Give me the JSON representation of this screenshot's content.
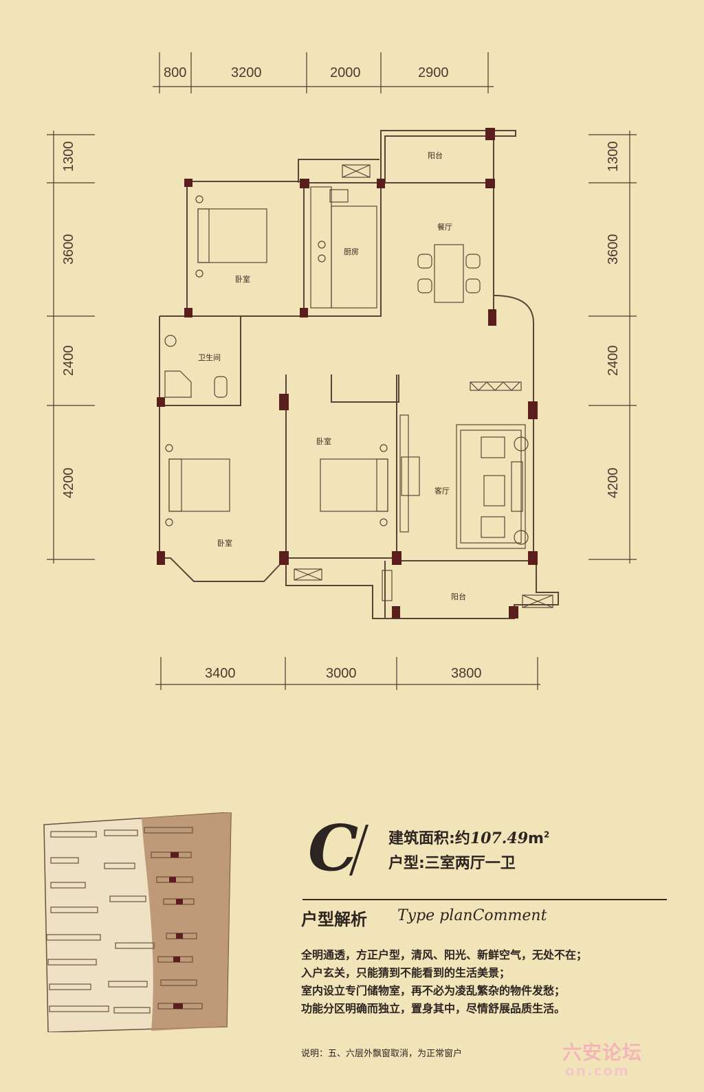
{
  "dimensions": {
    "top": [
      "800",
      "3200",
      "2000",
      "2900"
    ],
    "bottom": [
      "3400",
      "3000",
      "3800"
    ],
    "left": [
      "1300",
      "3600",
      "2400",
      "4200"
    ],
    "right": [
      "1300",
      "3600",
      "2400",
      "4200"
    ]
  },
  "rooms": {
    "balcony_top": "阳台",
    "dining": "餐厅",
    "kitchen": "厨房",
    "bedroom_top": "卧室",
    "bathroom": "卫生间",
    "bedroom_mid": "卧室",
    "living": "客厅",
    "bedroom_bottom": "卧室",
    "balcony_bottom": "阳台"
  },
  "info": {
    "type_letter": "C",
    "area_label": "建筑面积:约",
    "area_value": "107.49",
    "area_unit": "m",
    "area_sup": "2",
    "layout_label": "户型:三室两厅一卫"
  },
  "analysis": {
    "title": "户型解析",
    "subtitle": "Type planComment",
    "lines": [
      "全明通透，方正户型，清风、阳光、新鲜空气，无处不在；",
      "入户玄关，只能猜到不能看到的生活美景；",
      "室内设立专门储物室，再不必为凌乱繁杂的物件发愁；",
      "功能分区明确而独立，置身其中，尽情舒展品质生活。"
    ],
    "note": "说明：五、六层外飘窗取消，为正常窗户"
  },
  "watermark": {
    "line1": "六安论坛",
    "line2": "on.com"
  }
}
